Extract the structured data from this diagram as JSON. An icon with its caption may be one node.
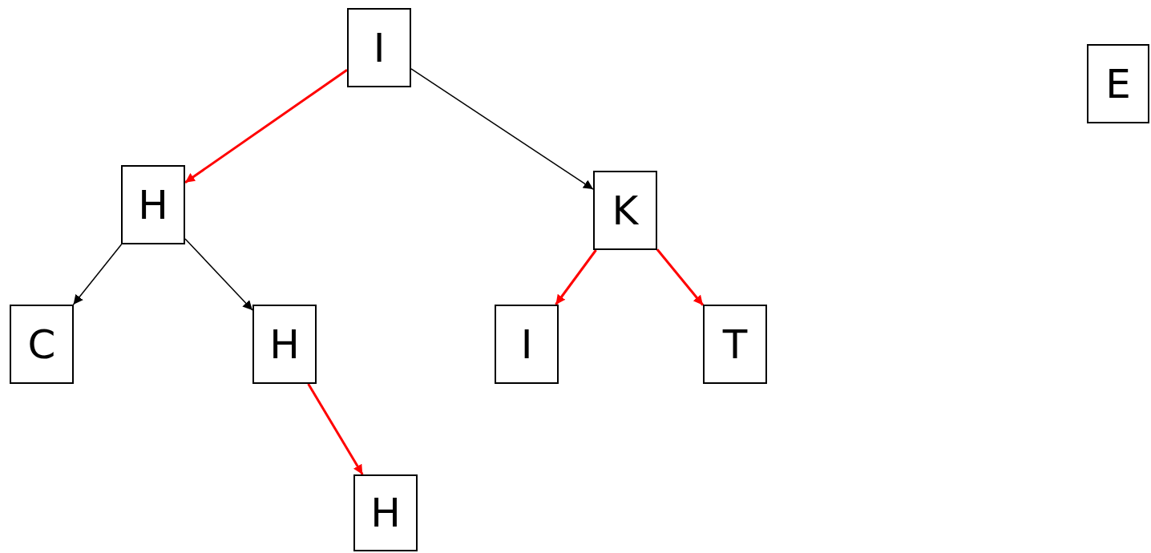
{
  "diagram": {
    "nodes": [
      {
        "text": [
          "I"
        ]
      },
      {
        "text": [
          "E"
        ]
      },
      {
        "text": [
          "H"
        ]
      },
      {
        "text": [
          "K"
        ]
      },
      {
        "text": [
          "C"
        ]
      },
      {
        "text": [
          "H"
        ]
      },
      {
        "text": [
          "I"
        ]
      },
      {
        "text": [
          "T"
        ]
      },
      {
        "text": [
          "H"
        ]
      }
    ],
    "edges": [
      {
        "from": 0,
        "to": 2,
        "arrow": "to"
      },
      {
        "from": 0,
        "to": 3,
        "arrow": "to",
        "color": "#000000"
      },
      {
        "from": 2,
        "to": 4,
        "arrow": "to",
        "color": "#000000"
      },
      {
        "from": 2,
        "to": 5,
        "arrow": "to",
        "color": "#000000"
      },
      {
        "from": 3,
        "to": 6,
        "arrow": "to"
      },
      {
        "from": 3,
        "to": 7,
        "arrow": "to"
      },
      {
        "from": 5,
        "to": 8,
        "arrow": "to"
      }
    ]
  }
}
